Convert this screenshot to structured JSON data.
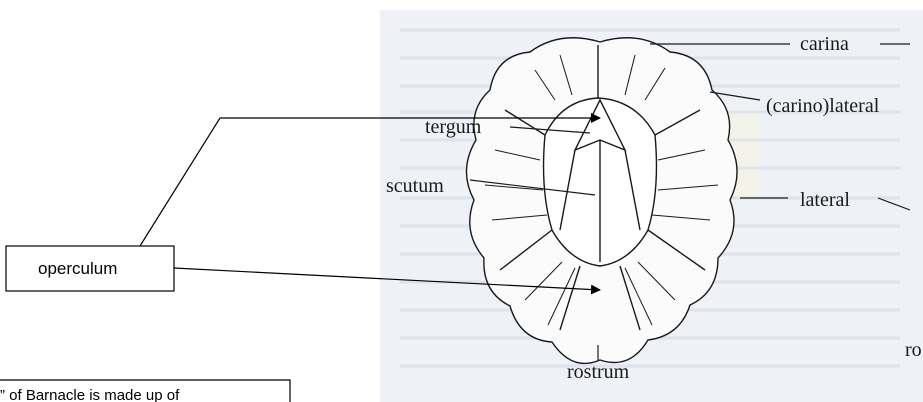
{
  "colors": {
    "photo_background": "#eef1f5",
    "ink": "#1a1a1a",
    "box_border": "#000000"
  },
  "callout": {
    "operculum_label": "operculum",
    "caption_fragment": "” of Barnacle is made up of"
  },
  "figure": {
    "labels": {
      "carina": "carina",
      "carinolateral": "(carino)lateral",
      "tergum": "tergum",
      "scutum": "scutum",
      "lateral": "lateral",
      "rostrum": "rostrum",
      "ro_cut": "ro"
    }
  }
}
